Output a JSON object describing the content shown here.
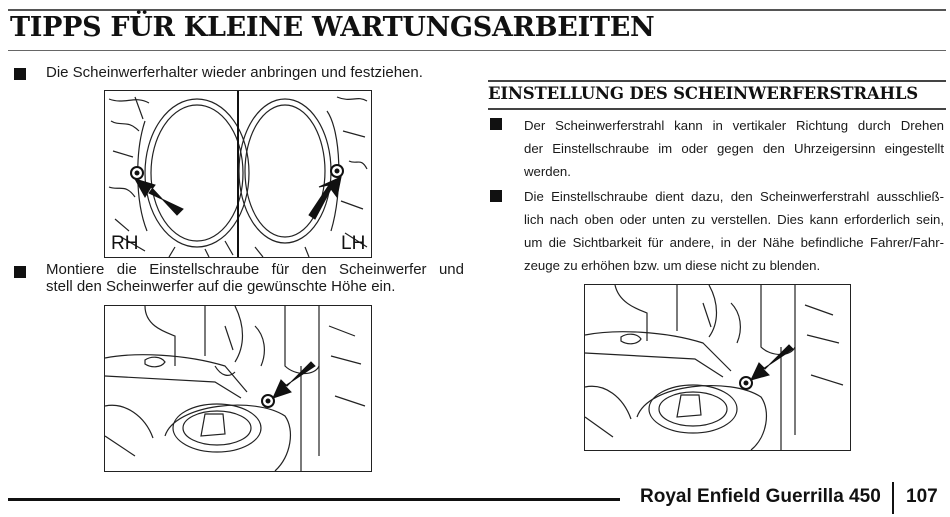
{
  "page": {
    "title": "TIPPS FÜR KLEINE WARTUNGSARBEITEN",
    "footer_book": "Royal Enfield Guerrilla 450",
    "footer_page": "107"
  },
  "left": {
    "bullet1": "Die Scheinwerferhalter wieder anbringen und festziehen.",
    "figure1": {
      "label_right": "RH",
      "label_left": "LH"
    },
    "bullet2_line1": "Montiere die Einstellschraube für den Scheinwerfer und",
    "bullet2_line2": "stell den Scheinwerfer auf die gewünschte Höhe ein."
  },
  "right": {
    "section_title": "EINSTELLUNG DES SCHEINWERFERSTRAHLS",
    "bullet1_lines": [
      "Der Scheinwerferstrahl kann in vertikaler Richtung durch Drehen",
      "der Einstellschraube im oder gegen den Uhrzeigersinn eingestellt",
      "werden."
    ],
    "bullet2_lines": [
      "Die Einstellschraube dient dazu, den Scheinwerferstrahl ausschließ-",
      "lich nach oben oder unten zu verstellen. Dies kann erforderlich sein,",
      "um die Sichtbarkeit für andere, in der Nähe befindliche Fahrer/Fahr-",
      "zeuge zu erhöhen bzw. um diese nicht zu blenden."
    ]
  }
}
